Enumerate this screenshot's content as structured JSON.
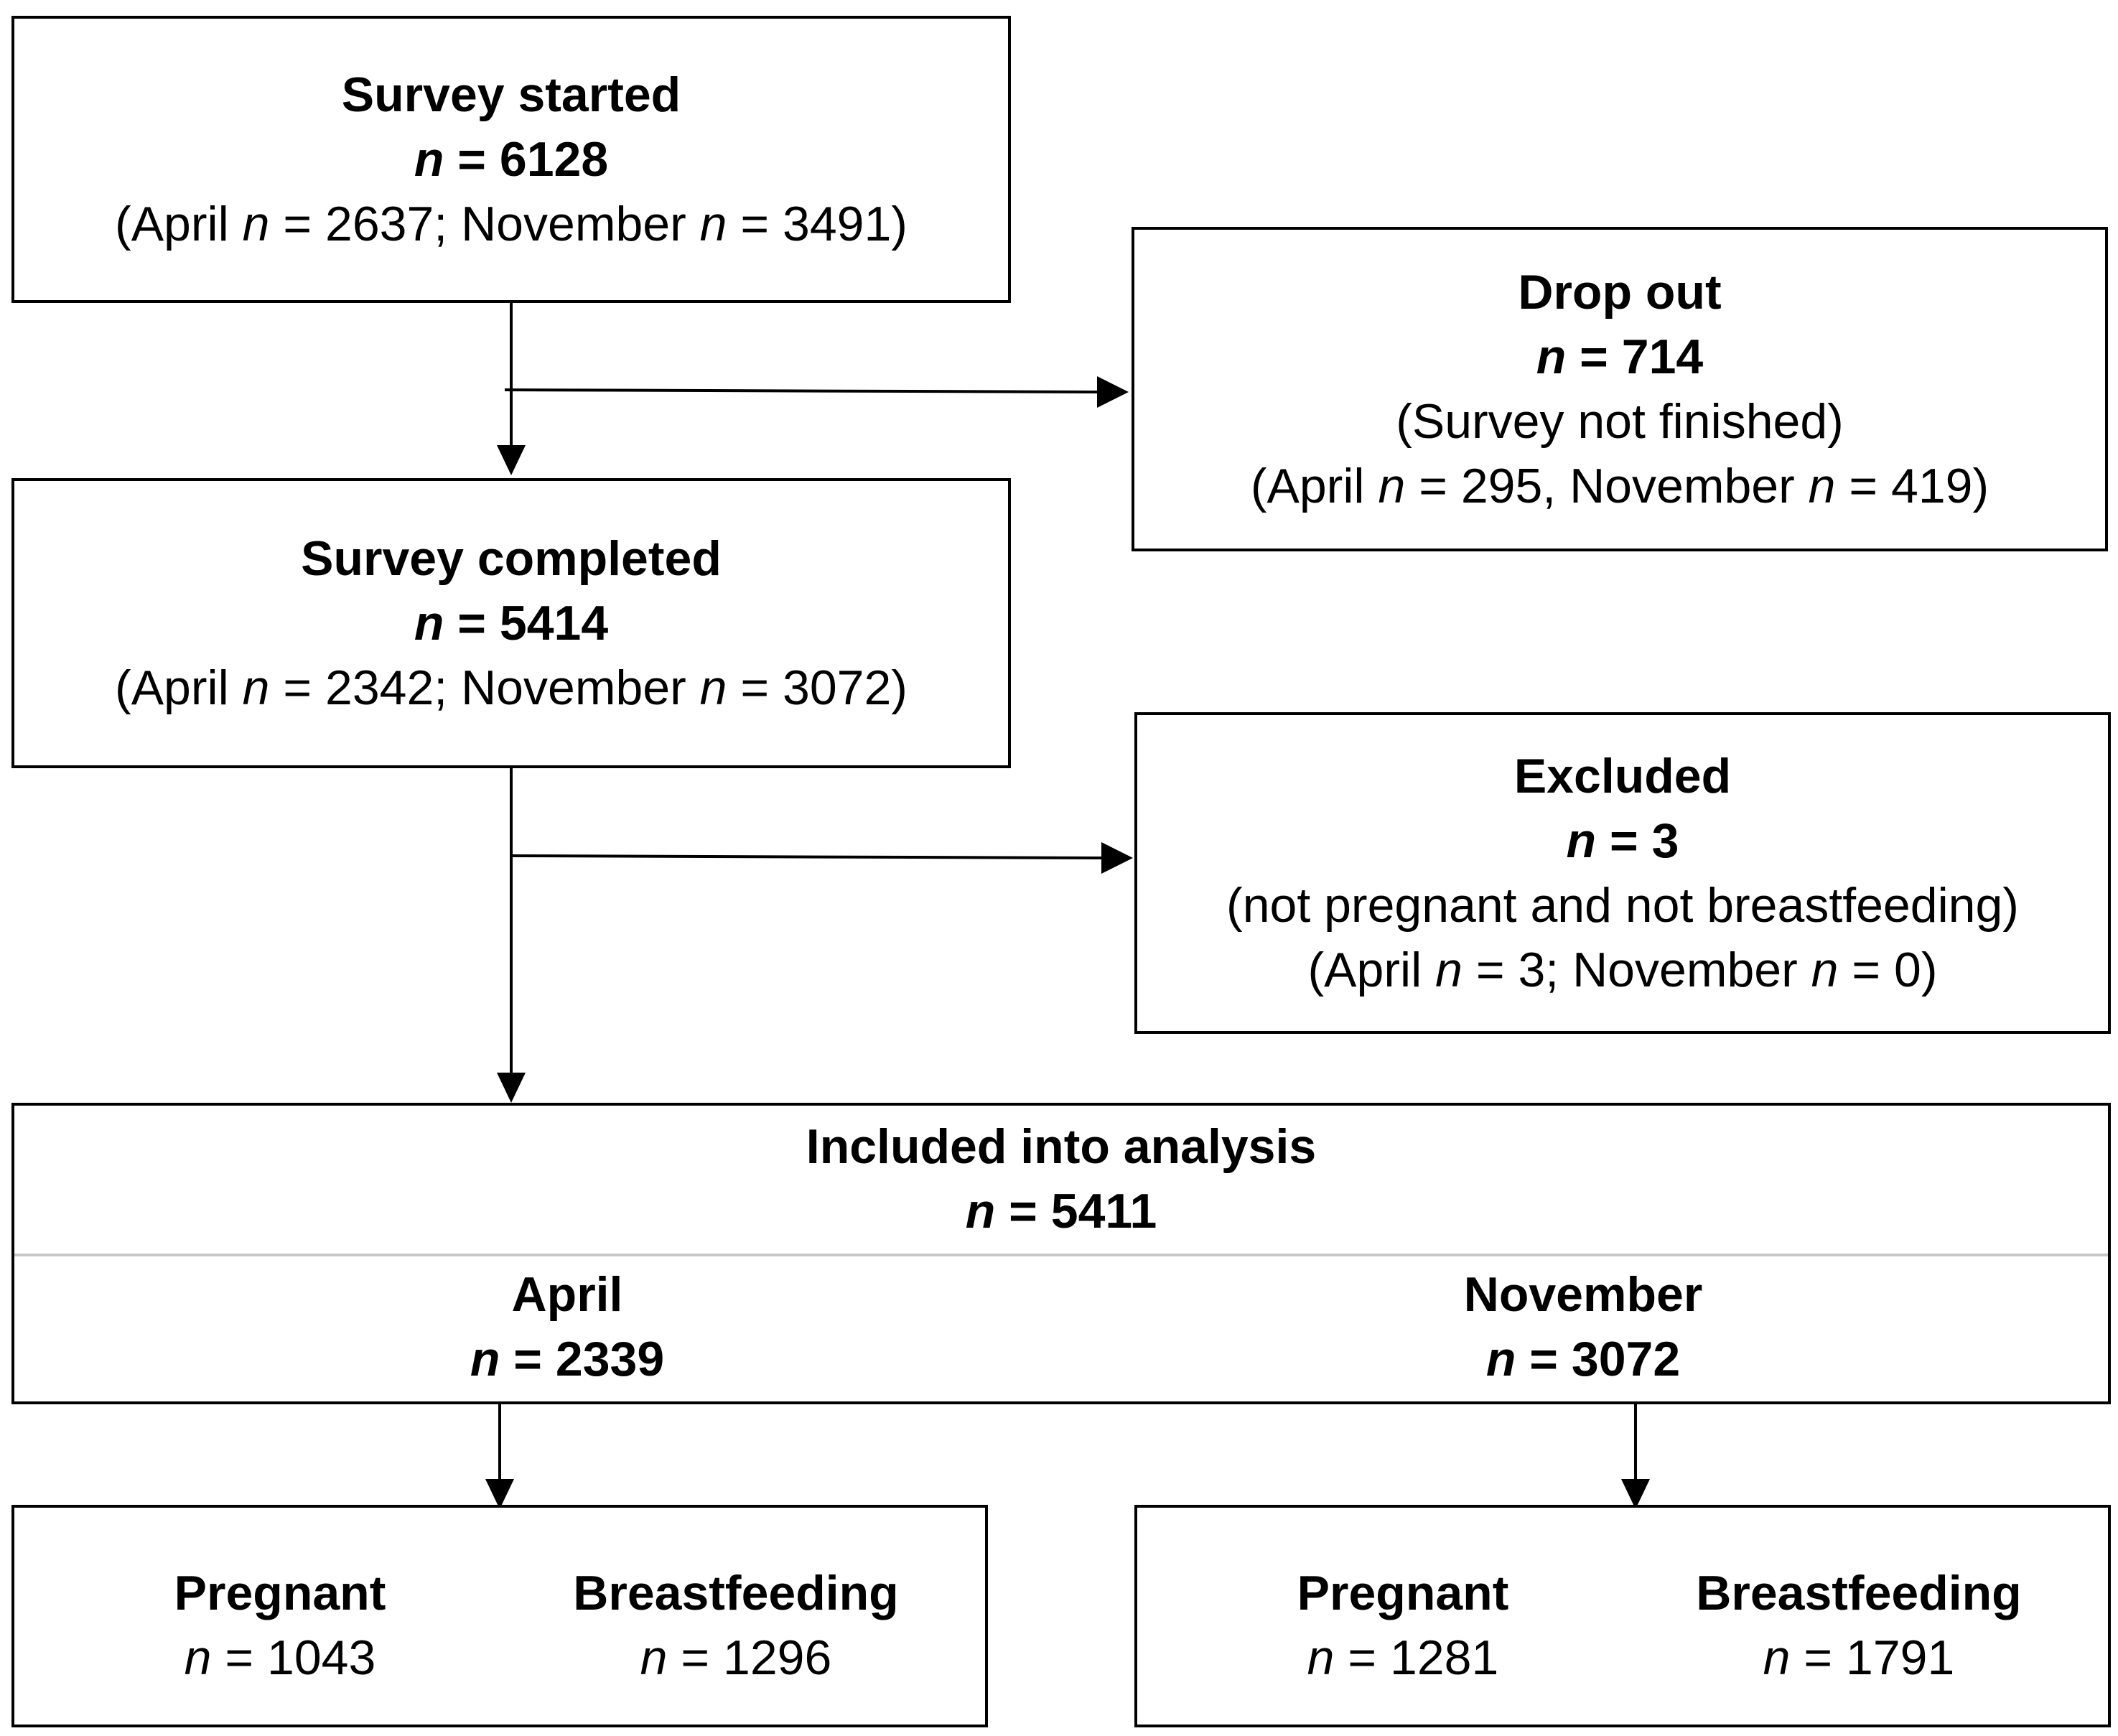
{
  "n_symbol": "n",
  "equals": "=",
  "survey_started": {
    "title": "Survey started",
    "n": "6128",
    "april_label": "(April",
    "april_n": "2637;",
    "november_label": "November",
    "november_n": "3491)"
  },
  "drop_out": {
    "title": "Drop out",
    "n": "714",
    "note": "(Survey not finished)",
    "april_label": "(April",
    "april_n": "295,",
    "november_label": "November",
    "november_n": "419)"
  },
  "survey_completed": {
    "title": "Survey completed",
    "n": "5414",
    "april_label": "(April",
    "april_n": "2342;",
    "november_label": "November",
    "november_n": "3072)"
  },
  "excluded": {
    "title": "Excluded",
    "n": "3",
    "note": "(not pregnant and not breastfeeding)",
    "april_label": "(April",
    "april_n": "3;",
    "november_label": "November",
    "november_n": "0)"
  },
  "included": {
    "title": "Included into analysis",
    "n": "5411",
    "april": {
      "title": "April",
      "n": "2339"
    },
    "november": {
      "title": "November",
      "n": "3072"
    }
  },
  "april_groups": {
    "pregnant": {
      "title": "Pregnant",
      "n": "1043"
    },
    "breastfeeding": {
      "title": "Breastfeeding",
      "n": "1296"
    }
  },
  "november_groups": {
    "pregnant": {
      "title": "Pregnant",
      "n": "1281"
    },
    "breastfeeding": {
      "title": "Breastfeeding",
      "n": "1791"
    }
  }
}
